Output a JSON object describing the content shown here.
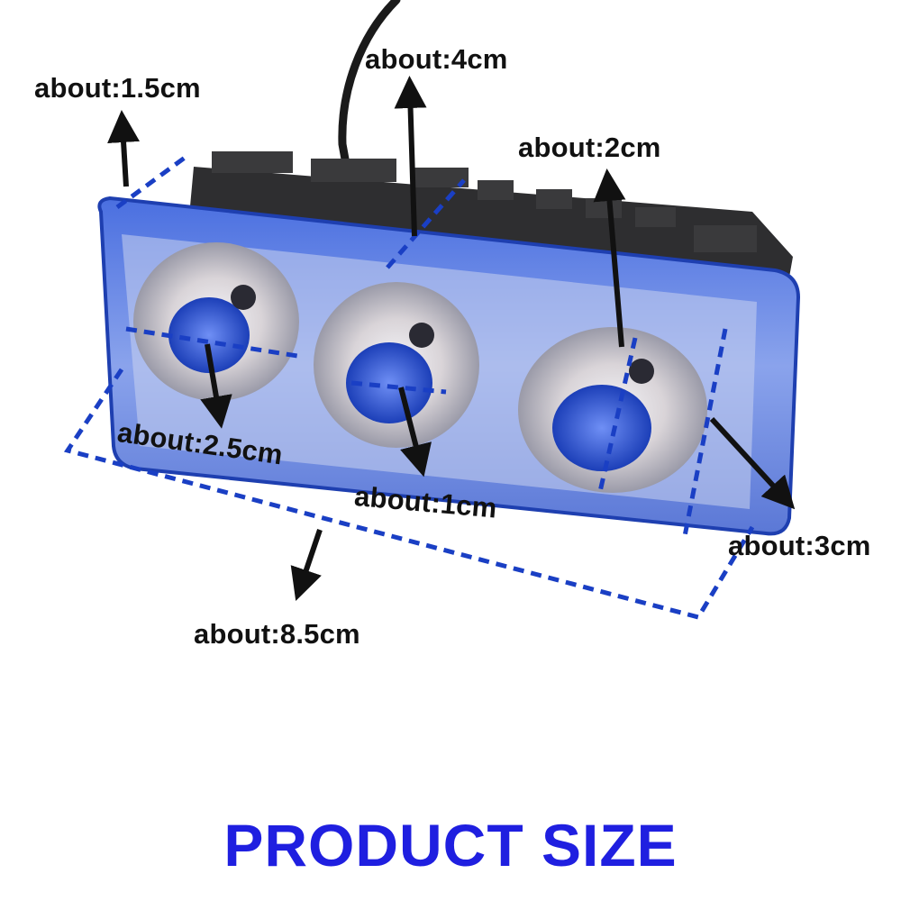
{
  "image": {
    "title": "PRODUCT SIZE",
    "dimensions": {
      "height_depth": "about:1.5cm",
      "height": "about:4cm",
      "lens_height": "about:2cm",
      "lens_width": "about:2.5cm",
      "lens_spacing": "about:1cm",
      "side_depth": "about:3cm",
      "length": "about:8.5cm"
    },
    "colors": {
      "title": "#1f1fe0",
      "dashed_lines": "#1a3fc4",
      "lens_housing": "#2f52c9",
      "heatsink": "#2e2e30",
      "arrows": "#111111"
    }
  }
}
